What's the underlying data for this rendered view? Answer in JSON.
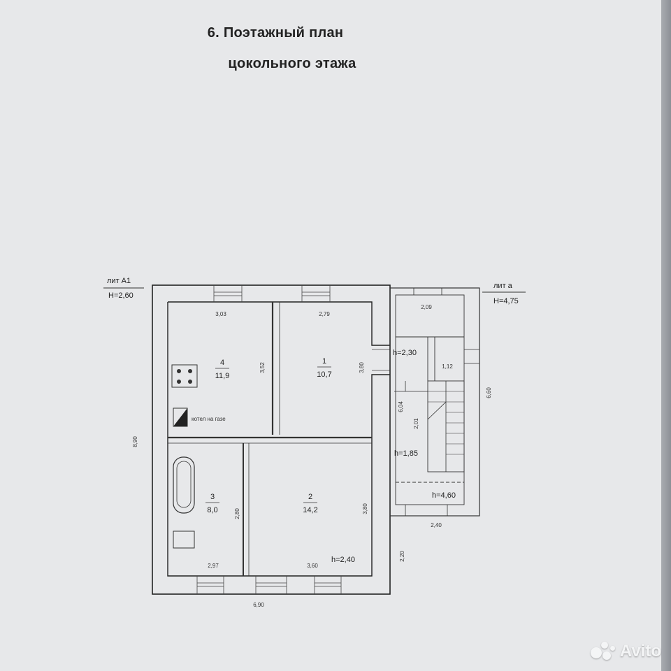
{
  "document": {
    "title_line1": "6. Поэтажный план",
    "title_line2": "цокольного этажа"
  },
  "plan": {
    "lit_a1": "лит А1",
    "h_a1": "Н=2,60",
    "lit_a": "лит а",
    "h_a": "Н=4,75",
    "rooms": [
      {
        "number": "4",
        "area": "11,9"
      },
      {
        "number": "1",
        "area": "10,7"
      },
      {
        "number": "3",
        "area": "8,0"
      },
      {
        "number": "2",
        "area": "14,2"
      }
    ],
    "boiler_label": "котел на газе",
    "heights": {
      "h230": "h=2,30",
      "h185": "h=1,85",
      "h460": "h=4,60",
      "h240": "h=2,40"
    },
    "dims": {
      "top_left": "3,03",
      "top_right": "2,79",
      "annex_top": "2,09",
      "room4_v": "3,52",
      "room1_v": "3,80",
      "left_total": "8,90",
      "right_annex": "6,60",
      "room3_v": "2,80",
      "room2_v": "3,80",
      "bottom_left": "2,97",
      "bottom_right": "3,60",
      "bottom_total": "6,90",
      "bottom_annex": "2,40",
      "right_small": "2,20",
      "stair_a": "1,12",
      "stair_b": "6,04",
      "stair_c": "2,01"
    }
  },
  "watermark": {
    "brand": "Avito"
  }
}
